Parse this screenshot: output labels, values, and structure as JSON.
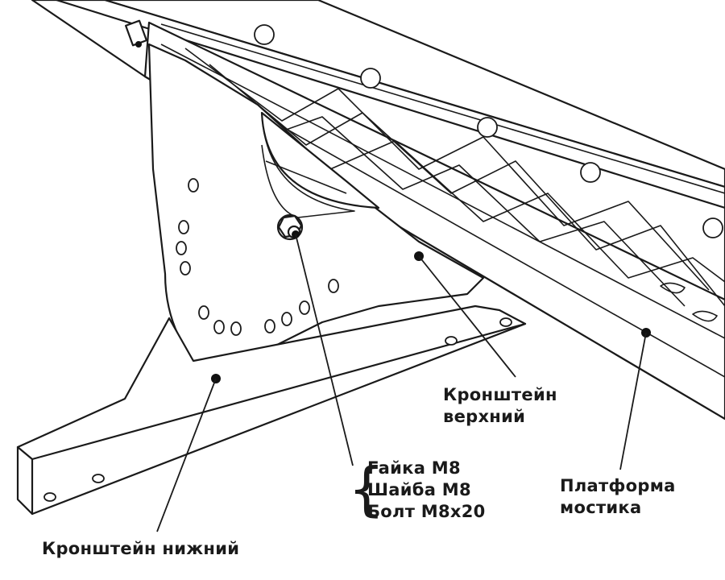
{
  "labels": {
    "lower_bracket": "Кронштейн нижний",
    "upper_bracket_line1": "Кронштейн",
    "upper_bracket_line2": "верхний",
    "fasteners": [
      "Гайка М8",
      "Шайба М8",
      "Болт М8х20"
    ],
    "platform_line1": "Платформа",
    "platform_line2": "мостика"
  }
}
